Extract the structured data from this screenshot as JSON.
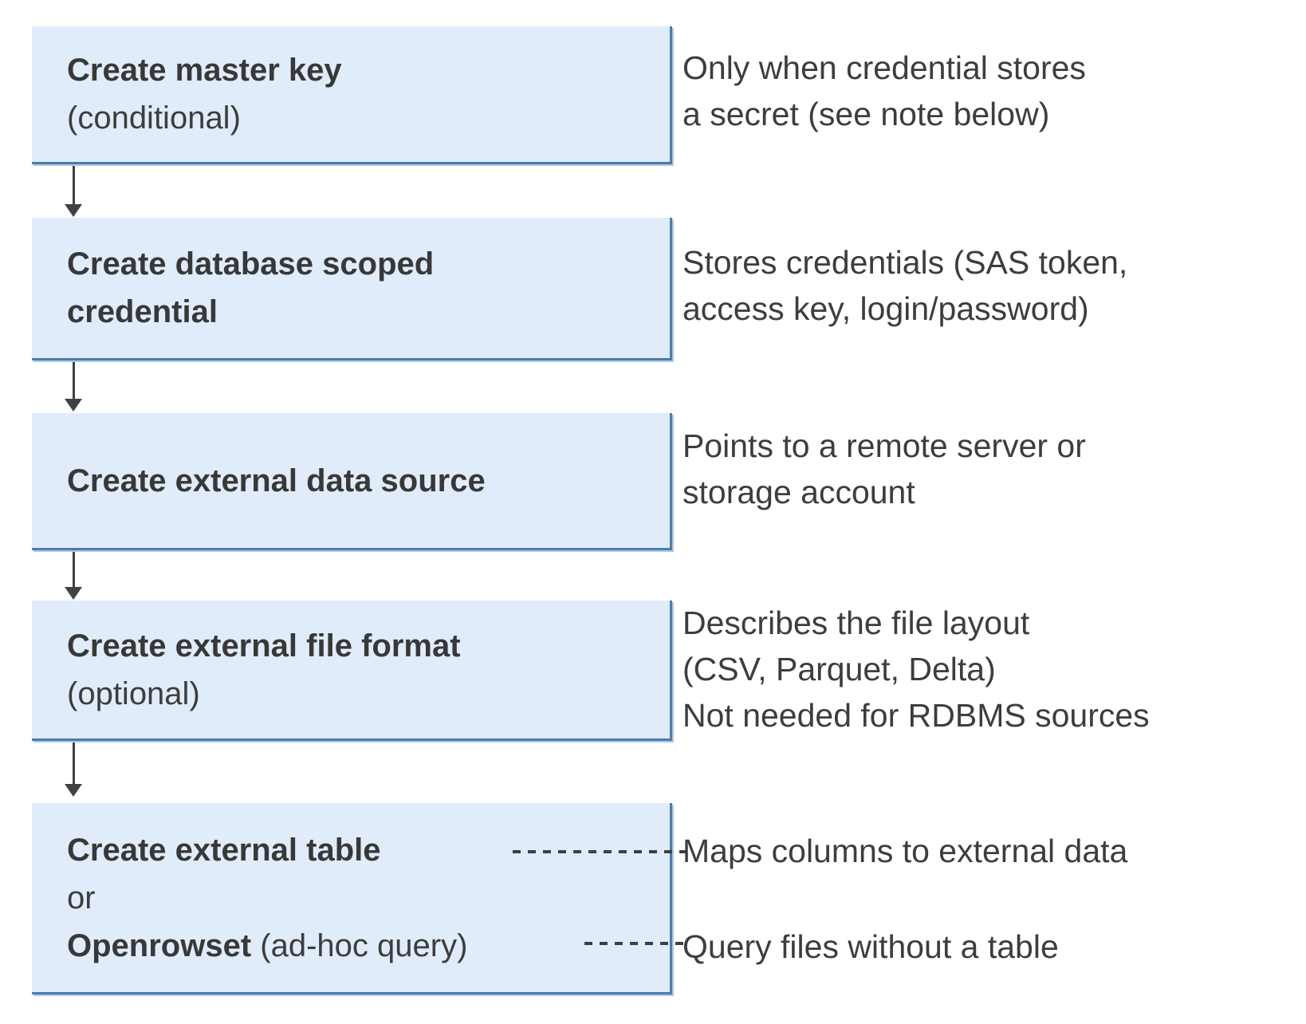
{
  "colors": {
    "box_fill": "#e1ecfa",
    "box_border": "#4e7cab",
    "box_border_outer": "#aec8e6",
    "title_text": "#383838",
    "annotation_text": "#3d3d3d",
    "arrow": "#3f4245",
    "connector": "#3f3f3f"
  },
  "nodes": {
    "master_key": {
      "title": "Create master key",
      "subtitle": "(conditional)"
    },
    "scoped_credential": {
      "title": "Create database scoped\ncredential"
    },
    "data_source": {
      "title": "Create external data source"
    },
    "file_format": {
      "title": "Create external file format",
      "subtitle": "(optional)"
    },
    "external_table": {
      "title": "Create external table",
      "or_label": "or",
      "openrowset": "Openrowset",
      "openrowset_suffix": " (ad-hoc query)"
    }
  },
  "annotations": {
    "master_key": "Only when credential stores\na secret (see note below)",
    "scoped_credential": "Stores credentials (SAS token,\naccess key, login/password)",
    "data_source": "Points to a remote server or\nstorage account",
    "file_format": "Describes the file layout\n(CSV, Parquet, Delta)\nNot needed for RDBMS sources",
    "external_table": "Maps columns to external data",
    "openrowset": "Query files without a table"
  }
}
